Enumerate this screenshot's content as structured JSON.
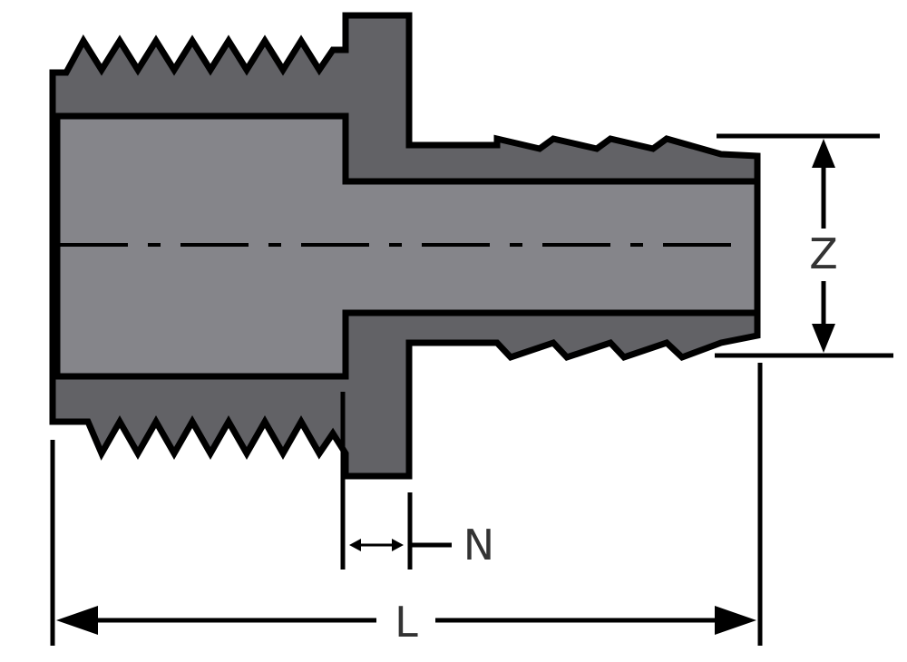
{
  "labels": {
    "z": "Z",
    "n": "N",
    "l": "L"
  },
  "colors": {
    "outline": "#000000",
    "body_fill": "#626266",
    "bore_fill": "#85858a",
    "label_text": "#333333",
    "background": "#ffffff"
  }
}
